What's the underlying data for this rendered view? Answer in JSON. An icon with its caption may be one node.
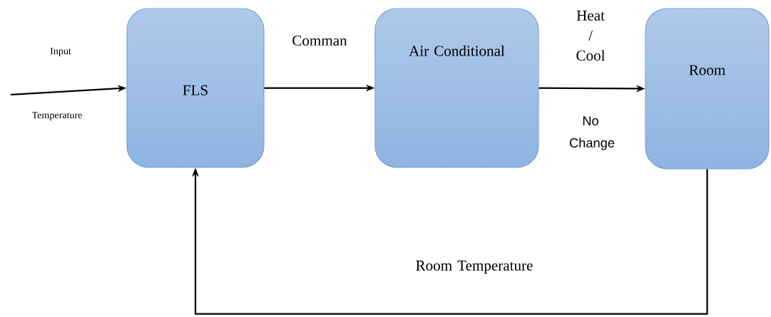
{
  "diagram": {
    "nodes": [
      {
        "text": [
          "FLS"
        ]
      },
      {
        "text": [
          "Air Conditional"
        ]
      },
      {
        "text": [
          "Room"
        ]
      }
    ],
    "edges": [
      {
        "from": null,
        "to": 0,
        "arrow": "to"
      },
      {
        "from": 0,
        "to": 1,
        "arrow": "to",
        "label": "Comman"
      },
      {
        "from": 1,
        "to": 2,
        "arrow": "to",
        "label": "Heat / Cool"
      },
      {
        "from": 2,
        "to": 0,
        "arrow": "to",
        "label": "Room Temperature"
      }
    ],
    "labels": [
      "Input",
      "Temperature",
      "No Change"
    ]
  }
}
